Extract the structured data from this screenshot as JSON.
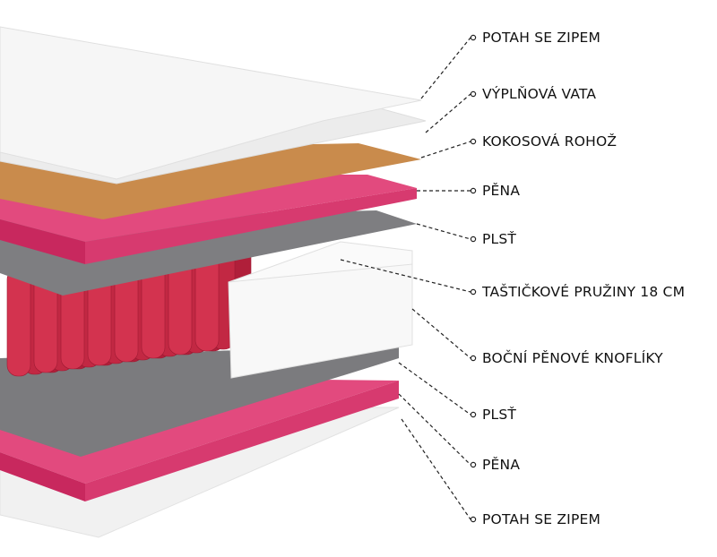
{
  "labels": [
    "POTAH SE ZIPEM",
    "VÝPLŇOVÁ VATA",
    "KOKOSOVÁ ROHOŽ",
    "PĚNA",
    "PLSŤ",
    "TAŠTIČKOVÉ PRUŽINY 18 CM",
    "BOČNÍ PĚNOVÉ KNOFLÍKY",
    "PLSŤ",
    "PĚNA",
    "POTAH SE ZIPEM"
  ],
  "colors": {
    "cover": "#f4f4f4",
    "wadding": "#ececec",
    "coconut": "#c98b4c",
    "foam": "#e0457a",
    "felt": "#7d7d80",
    "spring": "#d3334f",
    "side_foam": "#f7f7f7"
  }
}
